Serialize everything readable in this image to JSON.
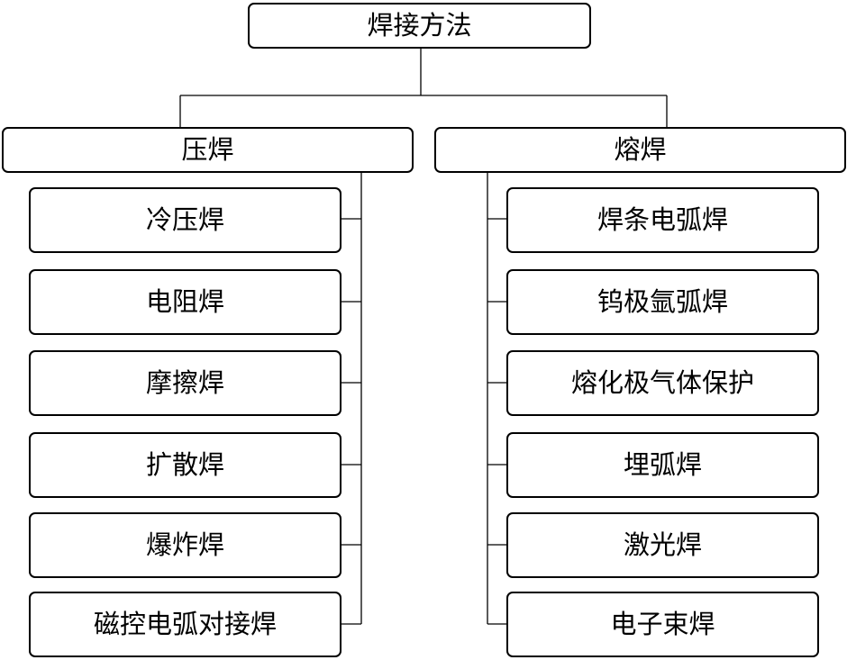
{
  "root": {
    "label": "焊接方法"
  },
  "categories": [
    {
      "label": "压焊",
      "items": [
        {
          "label": "冷压焊"
        },
        {
          "label": "电阻焊"
        },
        {
          "label": "摩擦焊"
        },
        {
          "label": "扩散焊"
        },
        {
          "label": "爆炸焊"
        },
        {
          "label": "磁控电弧对接焊"
        }
      ]
    },
    {
      "label": "熔焊",
      "items": [
        {
          "label": "焊条电弧焊"
        },
        {
          "label": "钨极氩弧焊"
        },
        {
          "label": "熔化极气体保护"
        },
        {
          "label": "埋弧焊"
        },
        {
          "label": "激光焊"
        },
        {
          "label": "电子束焊"
        }
      ]
    }
  ],
  "style": {
    "line_color": "#000000",
    "box_fill": "#ffffff"
  }
}
